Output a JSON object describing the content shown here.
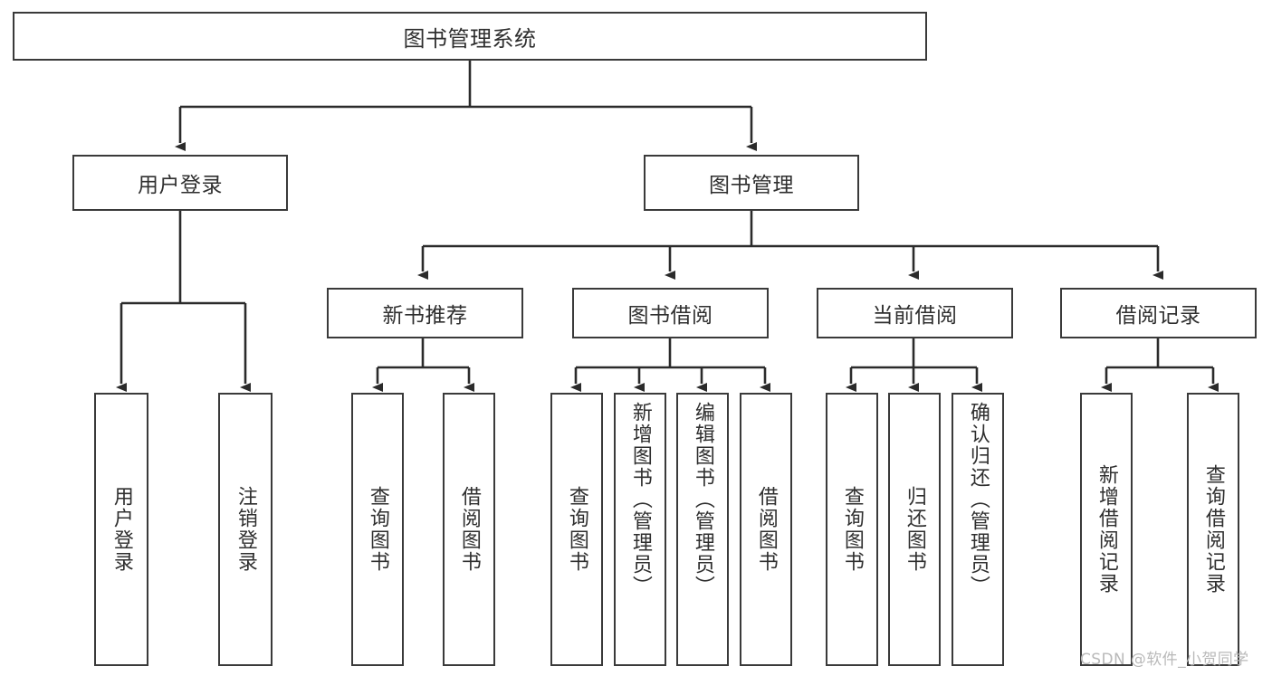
{
  "diagram": {
    "type": "tree-hierarchy",
    "title": "图书管理系统",
    "watermark": "CSDN @软件_小贺同学",
    "colors": {
      "background": "#ffffff",
      "node_border": "#3a3a3a",
      "node_fill": "#ffffff",
      "text": "#2f2f2f",
      "edge": "#2b2b2b",
      "watermark": "#b9b9b9"
    },
    "nodes": {
      "root": {
        "label": "图书管理系统"
      },
      "level2": [
        {
          "id": "user-login",
          "label": "用户登录"
        },
        {
          "id": "book-management",
          "label": "图书管理"
        }
      ],
      "level3": [
        {
          "id": "new-book-recommend",
          "label": "新书推荐"
        },
        {
          "id": "book-borrow",
          "label": "图书借阅"
        },
        {
          "id": "current-borrow",
          "label": "当前借阅"
        },
        {
          "id": "borrow-record",
          "label": "借阅记录"
        }
      ],
      "leaves": {
        "user-login": [
          {
            "id": "leaf-user-login",
            "label": "用户登录"
          },
          {
            "id": "leaf-logout-login",
            "label": "注销登录"
          }
        ],
        "new-book-recommend": [
          {
            "id": "leaf-query-book-1",
            "label": "查询图书"
          },
          {
            "id": "leaf-borrow-book-1",
            "label": "借阅图书"
          }
        ],
        "book-borrow": [
          {
            "id": "leaf-query-book-2",
            "label": "查询图书"
          },
          {
            "id": "leaf-add-book",
            "label": "新增图书（管理员）"
          },
          {
            "id": "leaf-edit-book",
            "label": "编辑图书（管理员）"
          },
          {
            "id": "leaf-borrow-book-2",
            "label": "借阅图书"
          }
        ],
        "current-borrow": [
          {
            "id": "leaf-query-book-3",
            "label": "查询图书"
          },
          {
            "id": "leaf-return-book",
            "label": "归还图书"
          },
          {
            "id": "leaf-confirm-return",
            "label": "确认归还（管理员）"
          }
        ],
        "borrow-record": [
          {
            "id": "leaf-add-record",
            "label": "新增借阅记录"
          },
          {
            "id": "leaf-query-record",
            "label": "查询借阅记录"
          }
        ]
      }
    }
  }
}
